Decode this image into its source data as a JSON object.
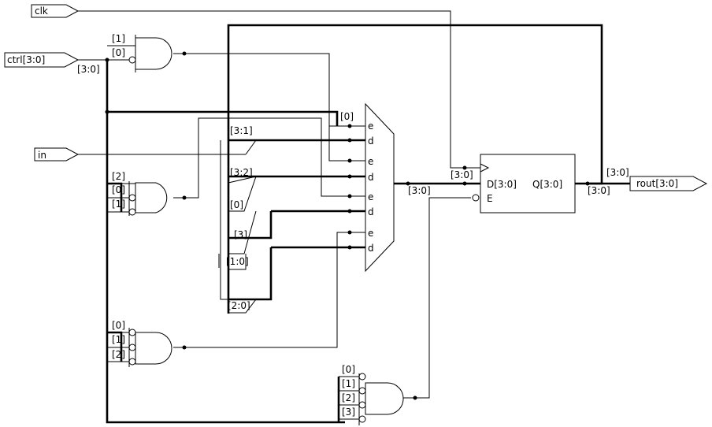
{
  "ports": {
    "clk": "clk",
    "ctrl": "ctrl[3:0]",
    "in": "in",
    "rout": "rout[3:0]"
  },
  "bus_labels": {
    "ctrl_bus": "[3:0]",
    "mux_out": "[3:0]",
    "ff_clk": "[3:0]",
    "q_top": "[3:0]",
    "q_out": "[3:0]"
  },
  "gate1": {
    "in1": "[1]",
    "in2": "[0]"
  },
  "gate2": {
    "in1": "[2]",
    "in2": "[0]",
    "in3": "[1]"
  },
  "gate3": {
    "in1": "[0]",
    "in2": "[1]",
    "in3": "[2]"
  },
  "gate4": {
    "in1": "[0]",
    "in2": "[1]",
    "in3": "[2]",
    "in4": "[3]"
  },
  "mux_labels": {
    "sel0": "[0]",
    "slice31": "[3:1]",
    "slice32": "[3:2]",
    "bit0": "[0]",
    "bit3": "[3]",
    "slice10": "[1:0]",
    "slice20": "[2:0]"
  },
  "mux_pins": {
    "e": "e",
    "d": "d"
  },
  "flipflop": {
    "d_pin": "D[3:0]",
    "e_pin": "E",
    "q_pin": "Q[3:0]"
  }
}
